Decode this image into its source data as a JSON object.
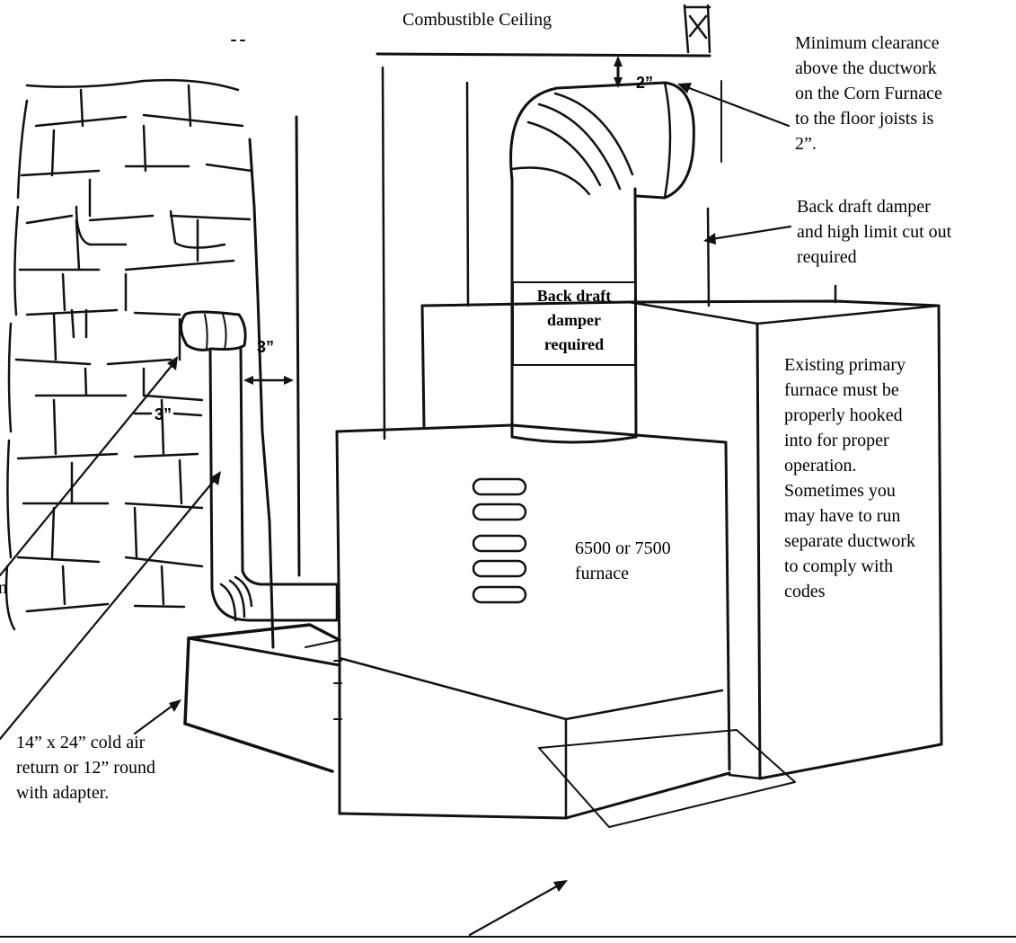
{
  "labels": {
    "ceiling": "Combustible Ceiling",
    "clearance": [
      "Minimum clearance",
      "above the ductwork",
      "on the Corn Furnace",
      "to the floor joists is",
      "2”."
    ],
    "damper_high_limit": [
      "Back draft damper",
      "and high limit cut out",
      "required"
    ],
    "damper_box": [
      "Back draft",
      "damper",
      "required"
    ],
    "primary_furnace": [
      "Existing primary",
      "furnace must be",
      "properly hooked",
      "into for proper",
      "operation.",
      "Sometimes you",
      "may have to run",
      "separate ductwork",
      "to comply with",
      "codes"
    ],
    "furnace_model": [
      "6500 or 7500",
      "furnace"
    ],
    "cold_air_return": [
      "14” x 24” cold air",
      "return or 12” round",
      "with adapter."
    ],
    "partial_left_fragment": "n"
  },
  "dimensions": {
    "top_clearance": "2”",
    "pipe_to_wall": "3”",
    "wall_marking": "3”"
  },
  "colors": {
    "ink": "#111111",
    "paper": "#ffffff"
  }
}
